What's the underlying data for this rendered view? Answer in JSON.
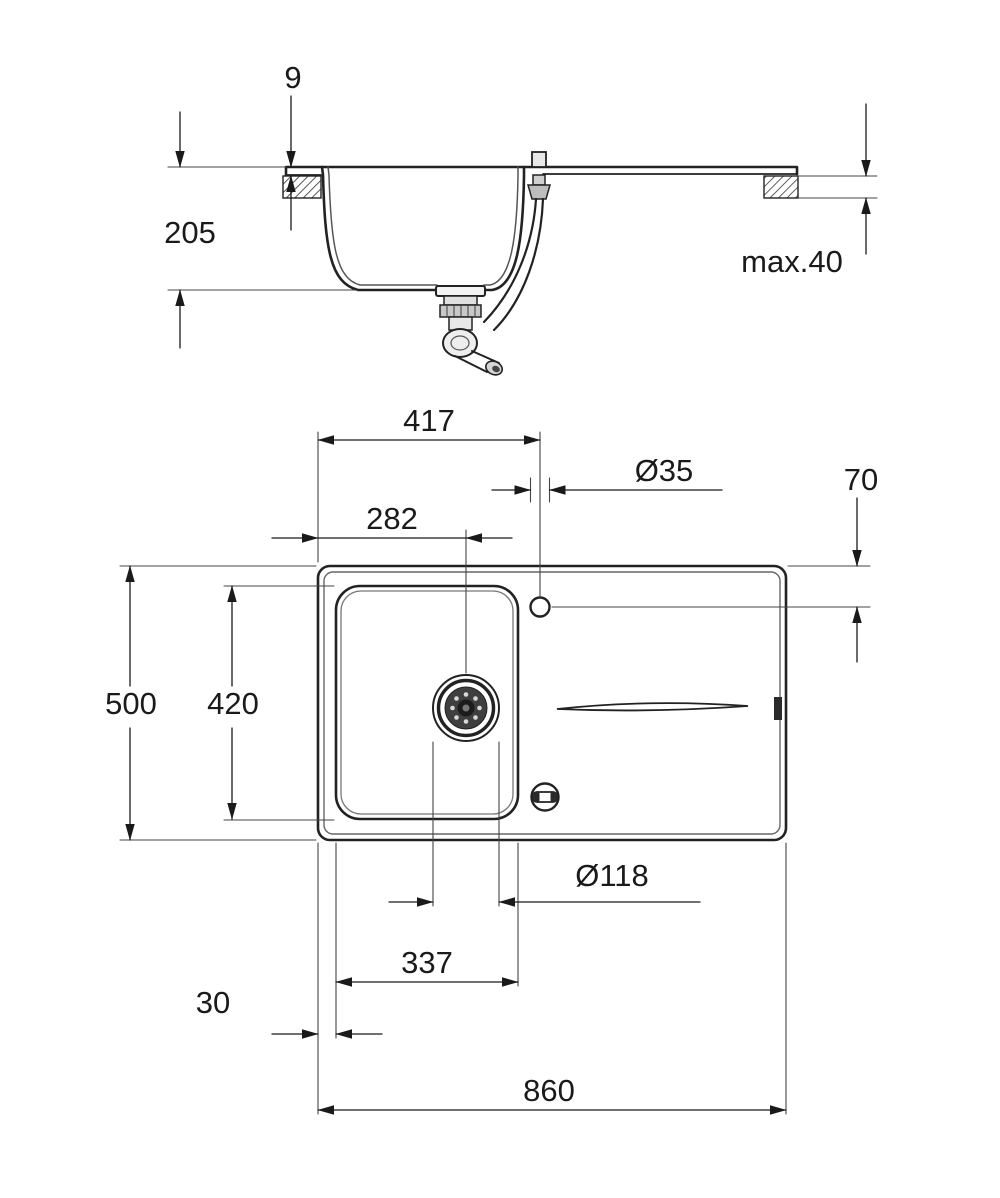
{
  "diagram": {
    "background": "#ffffff",
    "line_color": "#1a1a1a",
    "section_view": {
      "rim_height_label": "9",
      "bowl_depth_label": "205",
      "max_counter_thickness_label": "max.40"
    },
    "plan_view": {
      "tap_offset_label": "417",
      "tap_hole_diameter_label": "Ø35",
      "tap_top_offset_label": "70",
      "drain_offset_label": "282",
      "overall_depth_label": "500",
      "bowl_inner_depth_label": "420",
      "drain_diameter_label": "Ø118",
      "bowl_inner_width_label": "337",
      "edge_offset_label": "30",
      "overall_width_label": "860"
    }
  }
}
